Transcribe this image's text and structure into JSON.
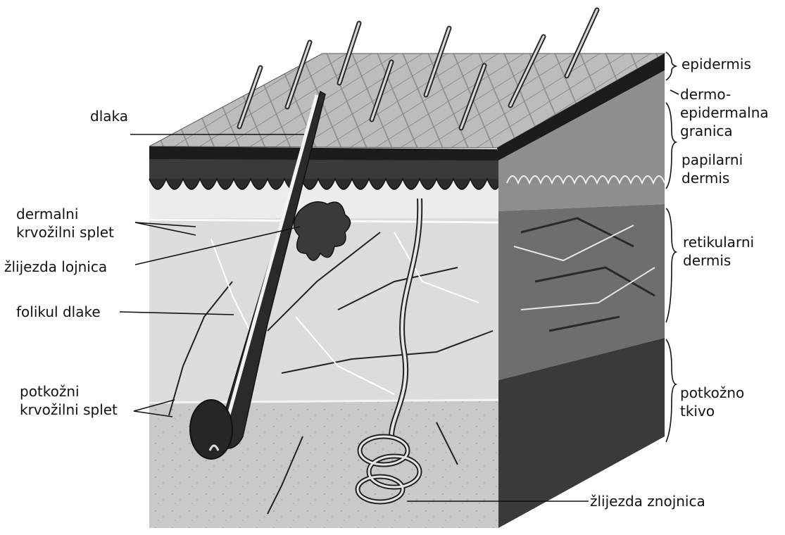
{
  "labels": {
    "dlaka": "dlaka",
    "dermalni_splet": [
      "dermalni",
      "krvožilni splet"
    ],
    "zlijezda_lojnica": "žlijezda lojnica",
    "folikul_dlake": "folikul dlake",
    "potkozni_splet": [
      "potkožni",
      "krvožilni splet"
    ],
    "zlijezda_znojnica": "žlijezda znojnica",
    "epidermis": "epidermis",
    "dermo_epidermalna": [
      "dermo-",
      "epidermalna",
      "granica"
    ],
    "papilarni_dermis": [
      "papilarni",
      "dermis"
    ],
    "retikularni_dermis": [
      "retikularni",
      "dermis"
    ],
    "potkozno_tkivo": [
      "potkožno",
      "tkivo"
    ]
  },
  "colors": {
    "epidermis_dark": "#1c1c1c",
    "papillary": "#ececec",
    "reticular": "#d9d9d9",
    "subcutaneous": "#c6c6c6",
    "side_reticular": "#6e6e6e",
    "side_subcutaneous": "#3a3a3a",
    "top_surface": "#bdbdbd",
    "line": "#111111"
  }
}
